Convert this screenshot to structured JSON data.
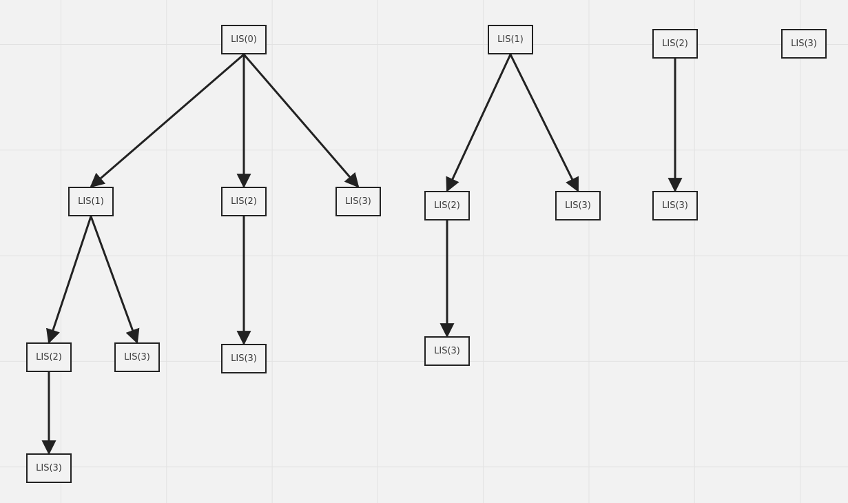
{
  "diagram": {
    "nodes": [
      {
        "id": "t0-root",
        "label": "LIS(0)"
      },
      {
        "id": "t0-a",
        "label": "LIS(1)"
      },
      {
        "id": "t0-b",
        "label": "LIS(2)"
      },
      {
        "id": "t0-c",
        "label": "LIS(3)"
      },
      {
        "id": "t0-a1",
        "label": "LIS(2)"
      },
      {
        "id": "t0-a2",
        "label": "LIS(3)"
      },
      {
        "id": "t0-b1",
        "label": "LIS(3)"
      },
      {
        "id": "t0-a1x",
        "label": "LIS(3)"
      },
      {
        "id": "t1-root",
        "label": "LIS(1)"
      },
      {
        "id": "t1-a",
        "label": "LIS(2)"
      },
      {
        "id": "t1-b",
        "label": "LIS(3)"
      },
      {
        "id": "t1-a1",
        "label": "LIS(3)"
      },
      {
        "id": "t2-root",
        "label": "LIS(2)"
      },
      {
        "id": "t2-a",
        "label": "LIS(3)"
      },
      {
        "id": "t3-root",
        "label": "LIS(3)"
      }
    ],
    "edges": [
      {
        "from": "t0-root",
        "to": "t0-a"
      },
      {
        "from": "t0-root",
        "to": "t0-b"
      },
      {
        "from": "t0-root",
        "to": "t0-c"
      },
      {
        "from": "t0-a",
        "to": "t0-a1"
      },
      {
        "from": "t0-a",
        "to": "t0-a2"
      },
      {
        "from": "t0-b",
        "to": "t0-b1"
      },
      {
        "from": "t0-a1",
        "to": "t0-a1x"
      },
      {
        "from": "t1-root",
        "to": "t1-a"
      },
      {
        "from": "t1-root",
        "to": "t1-b"
      },
      {
        "from": "t1-a",
        "to": "t1-a1"
      },
      {
        "from": "t2-root",
        "to": "t2-a"
      }
    ],
    "edge_color": "#222222",
    "node_border_color": "#222222",
    "background_color": "#f2f2f2"
  }
}
